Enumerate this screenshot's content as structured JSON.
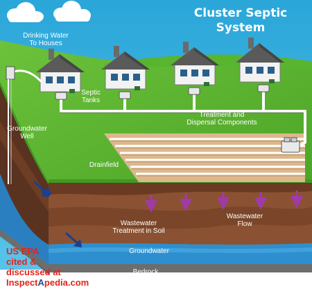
{
  "title": {
    "line1": "Cluster Septic",
    "line2": "System"
  },
  "labels": {
    "drinking_water": {
      "line1": "Drinking Water",
      "line2": "To Houses"
    },
    "septic_tanks": {
      "line1": "Septic",
      "line2": "Tanks"
    },
    "treatment": {
      "line1": "Treatment and",
      "line2": "Dispersal Components"
    },
    "groundwater_well": {
      "line1": "Groundwater",
      "line2": "Well"
    },
    "drainfield": "Drainfield",
    "wastewater_treatment": {
      "line1": "Wastewater",
      "line2": "Treatment in Soil"
    },
    "wastewater_flow": {
      "line1": "Wastewater",
      "line2": "Flow"
    },
    "groundwater": "Groundwater",
    "bedrock": "Bedrock"
  },
  "credit": {
    "line1": "US EPA",
    "line2": "cited &",
    "line3": "discussed at",
    "site_pre": "Inspect",
    "site_hl": "A",
    "site_post": "pedia.com"
  },
  "colors": {
    "sky": "#36b4e0",
    "grass": "#5fb830",
    "grass_dark": "#3f9a22",
    "soil": "#8a5232",
    "soil_dark": "#5a3220",
    "groundwater": "#2d8fcf",
    "bedrock": "#6d6d6d",
    "arrow_purple": "#a03aa8",
    "flow_arrow": "#1d3f8f",
    "credit_red": "#e2231a",
    "credit_blue": "#1b4f9c"
  }
}
